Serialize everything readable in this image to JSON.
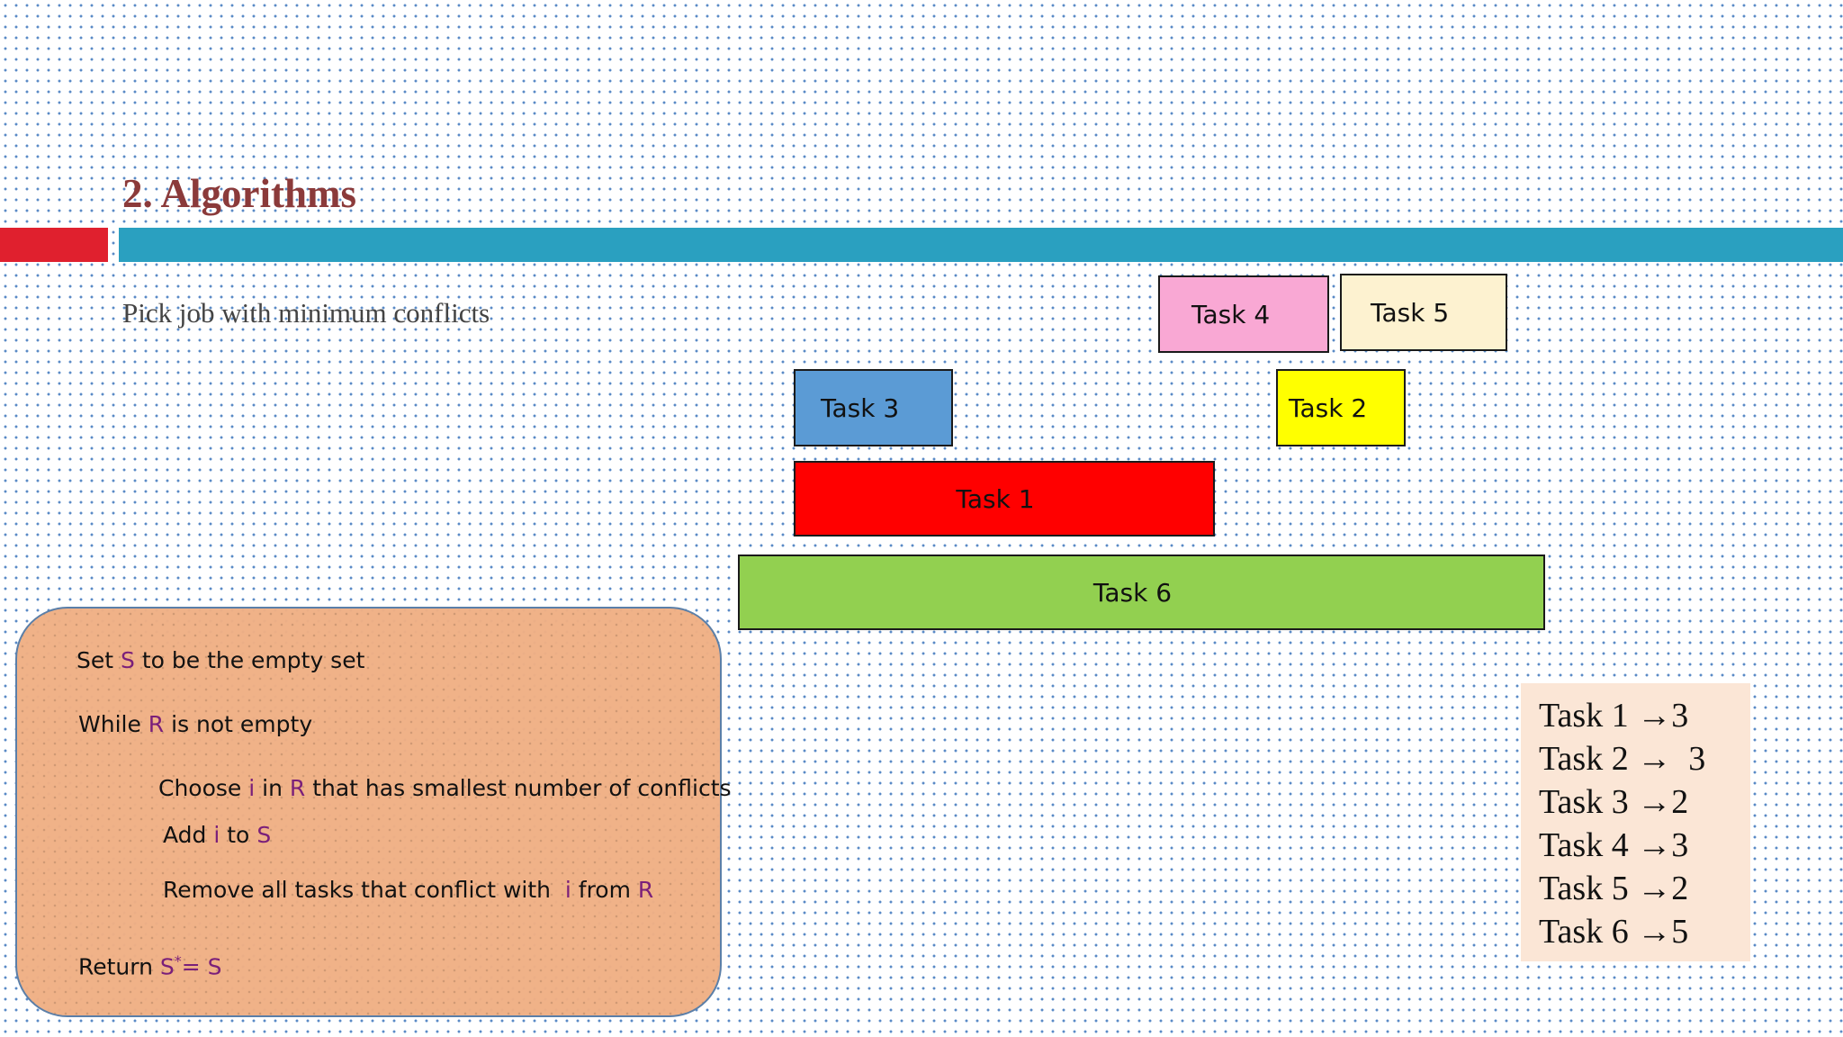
{
  "slide": {
    "title": "2. Algorithms",
    "subtitle": "Pick job with minimum conflicts"
  },
  "colors": {
    "title": "#8b3a3a",
    "bar_red": "#e0202e",
    "bar_teal": "#2aa0c0",
    "variable": "#7a1f7a",
    "algo_box_fill": "#f0b084",
    "count_box_fill": "#fbe6d6"
  },
  "tasks": [
    {
      "label": "Task 4",
      "fill": "#f9a8d4"
    },
    {
      "label": "Task 5",
      "fill": "#fdf2d0"
    },
    {
      "label": "Task 3",
      "fill": "#5b9bd5"
    },
    {
      "label": "Task 2",
      "fill": "#ffff00"
    },
    {
      "label": "Task 1",
      "fill": "#ff0000"
    },
    {
      "label": "Task 6",
      "fill": "#92d050"
    }
  ],
  "algorithm": {
    "line1": {
      "a": "Set ",
      "S": "S",
      "b": " to be the empty set"
    },
    "line2": {
      "a": "While ",
      "R": "R",
      "b": " is not empty"
    },
    "line3": {
      "a": "Choose ",
      "i": "i",
      "b": " in ",
      "R": "R",
      "c": " that has smallest number of conflicts"
    },
    "line4": {
      "a": "Add ",
      "i": "i",
      "b": " to ",
      "S": "S"
    },
    "line5": {
      "a": "Remove all tasks that conflict with  ",
      "i": "i",
      "b": " from ",
      "R": "R"
    },
    "line6": {
      "a": "Return ",
      "S": "S",
      "star": "*",
      "b": "= S"
    }
  },
  "conflict_counts": [
    "Task 1 →3",
    "Task 2 →  3",
    "Task 3 →2",
    "Task 4 →3",
    "Task 5 →2",
    "Task 6 →5"
  ]
}
